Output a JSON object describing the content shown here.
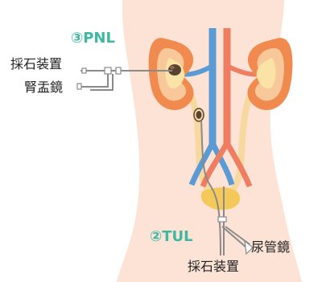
{
  "colors": {
    "body": "#fce3d6",
    "kidney": "#f08a4f",
    "kidney_inner": "#f8c89a",
    "pelvis": "#fbe2a6",
    "vein": "#5b9bd5",
    "artery": "#ef7d62",
    "ureter": "#f7d9a0",
    "bladder": "#f5c85a",
    "stone": "#5a4232",
    "instrument": "#8a8a8a",
    "accent": "#3cb8a3"
  },
  "labels": {
    "pnl": "③PNL",
    "tul": "②TUL",
    "pnl_stone_device": "採石装置",
    "pnl_nephroscope": "腎盂鏡",
    "ureteroscope": "尿管鏡",
    "tul_stone_device": "採石装置"
  },
  "icons": {
    "kidney_stone": "stone-icon",
    "ureter_stone": "stone-icon"
  }
}
